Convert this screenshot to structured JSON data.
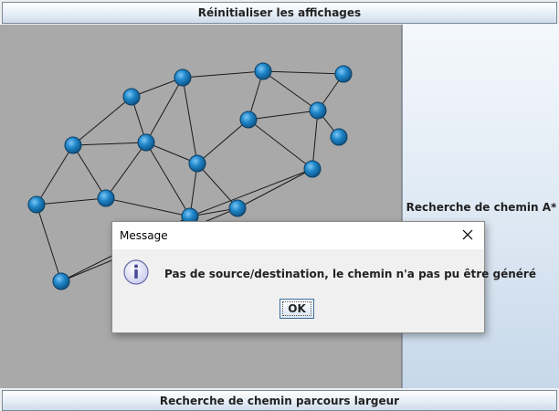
{
  "toolbar": {
    "reset_label": "Réinitialiser les affichages",
    "bfs_label": "Recherche de chemin parcours largeur"
  },
  "side_panel": {
    "astar_label": "Recherche de chemin A*"
  },
  "dialog": {
    "title": "Message",
    "message": "Pas de source/destination, le chemin n'a pas pu être généré",
    "ok_label": "OK",
    "icon": "info-icon"
  },
  "colors": {
    "graph_background": "#a9a9a9",
    "node_fill": "#1f86c9",
    "edge": "#1a1a1a"
  }
}
